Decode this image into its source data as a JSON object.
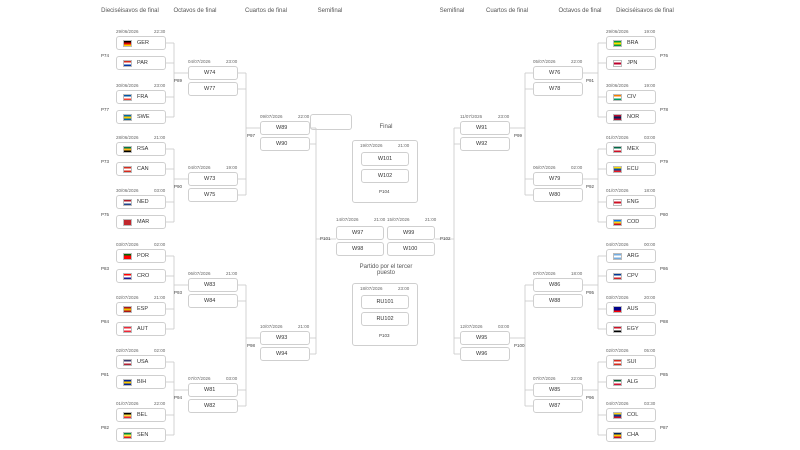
{
  "headers": {
    "left": [
      "Dieciséisavos de final",
      "Octavos de final",
      "Cuartos de final",
      "Semifinal"
    ],
    "right": [
      "Semifinal",
      "Cuartos de final",
      "Octavos de final",
      "Dieciséisavos de final"
    ]
  },
  "r32_left": [
    {
      "id": "P74",
      "date": "29/06/2026",
      "time": "22:30",
      "teams": [
        {
          "code": "GER",
          "flag": [
            "#000",
            "#dd0000",
            "#ffce00"
          ]
        },
        {
          "code": "PAR",
          "flag": [
            "#d52b1e",
            "#fff",
            "#0038a8"
          ]
        }
      ]
    },
    {
      "id": "P77",
      "date": "30/06/2026",
      "time": "23:00",
      "teams": [
        {
          "code": "FRA",
          "flag": [
            "#0055a4",
            "#fff",
            "#ef4135"
          ]
        },
        {
          "code": "SWE",
          "flag": [
            "#006aa7",
            "#fecc00",
            "#006aa7"
          ]
        }
      ]
    },
    {
      "id": "P73",
      "date": "28/06/2026",
      "time": "21:00",
      "teams": [
        {
          "code": "RSA",
          "flag": [
            "#007749",
            "#ffb81c",
            "#000"
          ]
        },
        {
          "code": "CAN",
          "flag": [
            "#d52b1e",
            "#fff",
            "#d52b1e"
          ]
        }
      ]
    },
    {
      "id": "P75",
      "date": "30/06/2026",
      "time": "03:00",
      "teams": [
        {
          "code": "NED",
          "flag": [
            "#ae1c28",
            "#fff",
            "#21468b"
          ]
        },
        {
          "code": "MAR",
          "flag": [
            "#c1272d",
            "#c1272d",
            "#c1272d"
          ]
        }
      ]
    },
    {
      "id": "P83",
      "date": "03/07/2026",
      "time": "02:00",
      "teams": [
        {
          "code": "POR",
          "flag": [
            "#006600",
            "#ff0000",
            "#ff0000"
          ]
        },
        {
          "code": "CRO",
          "flag": [
            "#ff0000",
            "#fff",
            "#171796"
          ]
        }
      ]
    },
    {
      "id": "P84",
      "date": "02/07/2026",
      "time": "21:00",
      "teams": [
        {
          "code": "ESP",
          "flag": [
            "#aa151b",
            "#f1bf00",
            "#aa151b"
          ]
        },
        {
          "code": "AUT",
          "flag": [
            "#ed2939",
            "#fff",
            "#ed2939"
          ]
        }
      ]
    },
    {
      "id": "P81",
      "date": "02/07/2026",
      "time": "02:00",
      "teams": [
        {
          "code": "USA",
          "flag": [
            "#3c3b6e",
            "#fff",
            "#b22234"
          ]
        },
        {
          "code": "BIH",
          "flag": [
            "#002395",
            "#fecb00",
            "#002395"
          ]
        }
      ]
    },
    {
      "id": "P82",
      "date": "01/07/2026",
      "time": "22:00",
      "teams": [
        {
          "code": "BEL",
          "flag": [
            "#000",
            "#fae042",
            "#ed2939"
          ]
        },
        {
          "code": "SEN",
          "flag": [
            "#00853f",
            "#fdef42",
            "#e31b23"
          ]
        }
      ]
    }
  ],
  "r32_right": [
    {
      "id": "P76",
      "date": "29/06/2026",
      "time": "19:00",
      "teams": [
        {
          "code": "BRA",
          "flag": [
            "#009c3b",
            "#ffdf00",
            "#009c3b"
          ]
        },
        {
          "code": "JPN",
          "flag": [
            "#fff",
            "#bc002d",
            "#fff"
          ]
        }
      ]
    },
    {
      "id": "P78",
      "date": "30/06/2026",
      "time": "19:00",
      "teams": [
        {
          "code": "CIV",
          "flag": [
            "#f77f00",
            "#fff",
            "#009e60"
          ]
        },
        {
          "code": "NOR",
          "flag": [
            "#ba0c2f",
            "#00205b",
            "#ba0c2f"
          ]
        }
      ]
    },
    {
      "id": "P79",
      "date": "01/07/2026",
      "time": "03:00",
      "teams": [
        {
          "code": "MEX",
          "flag": [
            "#006847",
            "#fff",
            "#ce1126"
          ]
        },
        {
          "code": "ECU",
          "flag": [
            "#ffdd00",
            "#034ea2",
            "#ed1c24"
          ]
        }
      ]
    },
    {
      "id": "P80",
      "date": "01/07/2026",
      "time": "18:00",
      "teams": [
        {
          "code": "ENG",
          "flag": [
            "#fff",
            "#ce1124",
            "#fff"
          ]
        },
        {
          "code": "COD",
          "flag": [
            "#007fff",
            "#f7d618",
            "#ce1021"
          ]
        }
      ]
    },
    {
      "id": "P86",
      "date": "04/07/2026",
      "time": "00:00",
      "teams": [
        {
          "code": "ARG",
          "flag": [
            "#74acdf",
            "#fff",
            "#74acdf"
          ]
        },
        {
          "code": "CPV",
          "flag": [
            "#003893",
            "#fff",
            "#cf2027"
          ]
        }
      ]
    },
    {
      "id": "P88",
      "date": "03/07/2026",
      "time": "20:00",
      "teams": [
        {
          "code": "AUS",
          "flag": [
            "#00008b",
            "#00008b",
            "#ff0000"
          ]
        },
        {
          "code": "EGY",
          "flag": [
            "#ce1126",
            "#fff",
            "#000"
          ]
        }
      ]
    },
    {
      "id": "P85",
      "date": "02/07/2026",
      "time": "05:00",
      "teams": [
        {
          "code": "SUI",
          "flag": [
            "#d52b1e",
            "#fff",
            "#d52b1e"
          ]
        },
        {
          "code": "ALG",
          "flag": [
            "#006233",
            "#fff",
            "#d21034"
          ]
        }
      ]
    },
    {
      "id": "P87",
      "date": "04/07/2026",
      "time": "03:30",
      "teams": [
        {
          "code": "COL",
          "flag": [
            "#fcd116",
            "#003893",
            "#ce1126"
          ]
        },
        {
          "code": "CHA",
          "flag": [
            "#002664",
            "#fecb00",
            "#c60c30"
          ]
        }
      ]
    }
  ],
  "r16_left": [
    {
      "id": "P89",
      "date": "04/07/2026",
      "time": "23:00",
      "slots": [
        "W74",
        "W77"
      ]
    },
    {
      "id": "P90",
      "date": "04/07/2026",
      "time": "19:00",
      "slots": [
        "W73",
        "W75"
      ]
    },
    {
      "id": "P93",
      "date": "06/07/2026",
      "time": "21:00",
      "slots": [
        "W83",
        "W84"
      ]
    },
    {
      "id": "P94",
      "date": "07/07/2026",
      "time": "03:00",
      "slots": [
        "W81",
        "W82"
      ]
    }
  ],
  "r16_right": [
    {
      "id": "P91",
      "date": "05/07/2026",
      "time": "22:00",
      "slots": [
        "W76",
        "W78"
      ]
    },
    {
      "id": "P92",
      "date": "06/07/2026",
      "time": "02:00",
      "slots": [
        "W79",
        "W80"
      ]
    },
    {
      "id": "P95",
      "date": "07/07/2026",
      "time": "18:00",
      "slots": [
        "W86",
        "W88"
      ]
    },
    {
      "id": "P96",
      "date": "07/07/2026",
      "time": "22:00",
      "slots": [
        "W85",
        "W87"
      ]
    }
  ],
  "qf_left": [
    {
      "id": "P97",
      "date": "09/07/2026",
      "time": "22:00",
      "slots": [
        "W89",
        "W90"
      ]
    },
    {
      "id": "P98",
      "date": "10/07/2026",
      "time": "21:00",
      "slots": [
        "W93",
        "W94"
      ]
    }
  ],
  "qf_right": [
    {
      "id": "P99",
      "date": "11/07/2026",
      "time": "23:00",
      "slots": [
        "W91",
        "W92"
      ]
    },
    {
      "id": "P100",
      "date": "12/07/2026",
      "time": "03:00",
      "slots": [
        "W95",
        "W96"
      ]
    }
  ],
  "sf_left": {
    "id": "P101",
    "date": "14/07/2026",
    "time": "21:00",
    "slots": [
      "W97",
      "W98"
    ]
  },
  "sf_right": {
    "id": "P102",
    "date": "15/07/2026",
    "time": "21:00",
    "slots": [
      "W99",
      "W100"
    ]
  },
  "final": {
    "title": "Final",
    "id": "P104",
    "date": "19/07/2026",
    "time": "21:00",
    "slots": [
      "W101",
      "W102"
    ]
  },
  "third": {
    "title": "Partido por el tercer puesto",
    "id": "P103",
    "date": "18/07/2026",
    "time": "23:00",
    "slots": [
      "RU101",
      "RU102"
    ]
  }
}
